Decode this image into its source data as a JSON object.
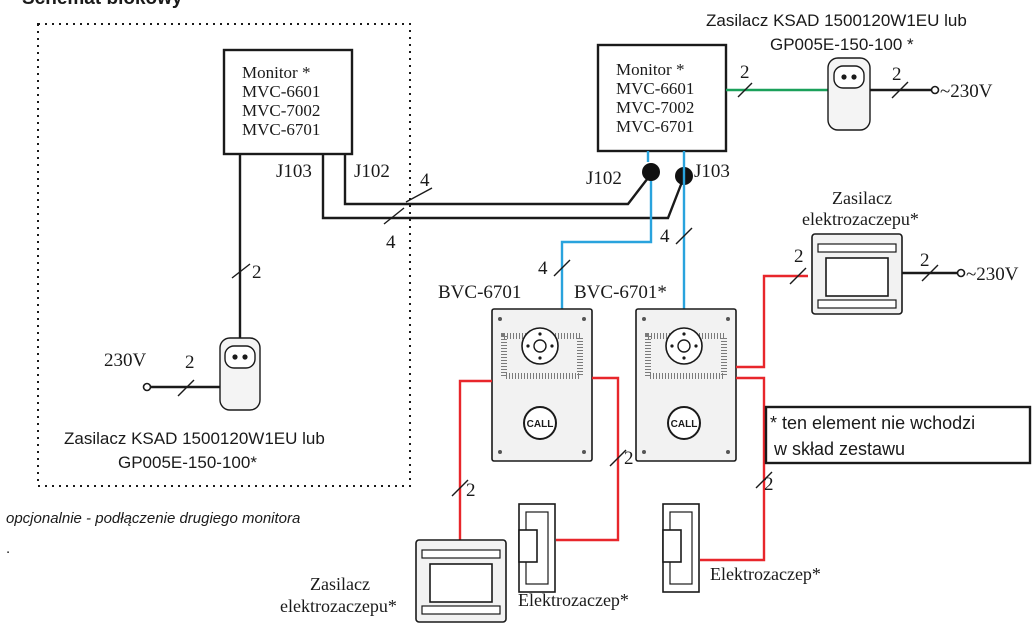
{
  "header": {
    "title": "Schemat blokowy"
  },
  "monitor_left": {
    "lines": [
      "Monitor *",
      "MVC-6601",
      "MVC-7002",
      "MVC-6701"
    ],
    "port_a": "J103",
    "port_b": "J102"
  },
  "monitor_right": {
    "lines": [
      "Monitor *",
      "MVC-6601",
      "MVC-7002",
      "MVC-6701"
    ],
    "port_a": "J102",
    "port_b": "J103"
  },
  "psu_top": {
    "line1": "Zasilacz KSAD 1500120W1EU lub",
    "line2": "GP005E-150-100 *"
  },
  "psu_left": {
    "line1": "Zasilacz KSAD 1500120W1EU lub",
    "line2": "GP005E-150-100*"
  },
  "mains_left": "230V",
  "mains_right_top": "~230V",
  "mains_right_lock": "~230V",
  "lock_psu_right": {
    "line1": "Zasilacz",
    "line2": "elektrozaczepu*"
  },
  "lock_psu_left": {
    "line1": "Zasilacz",
    "line2": "elektrozaczepu*"
  },
  "panel_left": {
    "label": "BVC-6701",
    "button": "CALL"
  },
  "panel_right": {
    "label": "BVC-6701*",
    "button": "CALL"
  },
  "lock_left": "Elektrozaczep*",
  "lock_right": "Elektrozaczep*",
  "wire_counts": {
    "green_monitor": "2",
    "top_mains": "2",
    "between_monitors_upper": "4",
    "between_monitors_lower": "4",
    "left_monitor_power": "2",
    "left_mains": "2",
    "blue_right": "4",
    "blue_left": "4",
    "lock_psu_in": "2",
    "lock_psu_mains": "2",
    "red_left_bottom": "2",
    "red_left_lock": "2",
    "red_right_lock": "2"
  },
  "note": {
    "line1": "* ten element nie wchodzi",
    "line2": "w skład zestawu"
  },
  "optional_note": "opcjonalnie - podłączenie drugiego monitora",
  "dot": "."
}
